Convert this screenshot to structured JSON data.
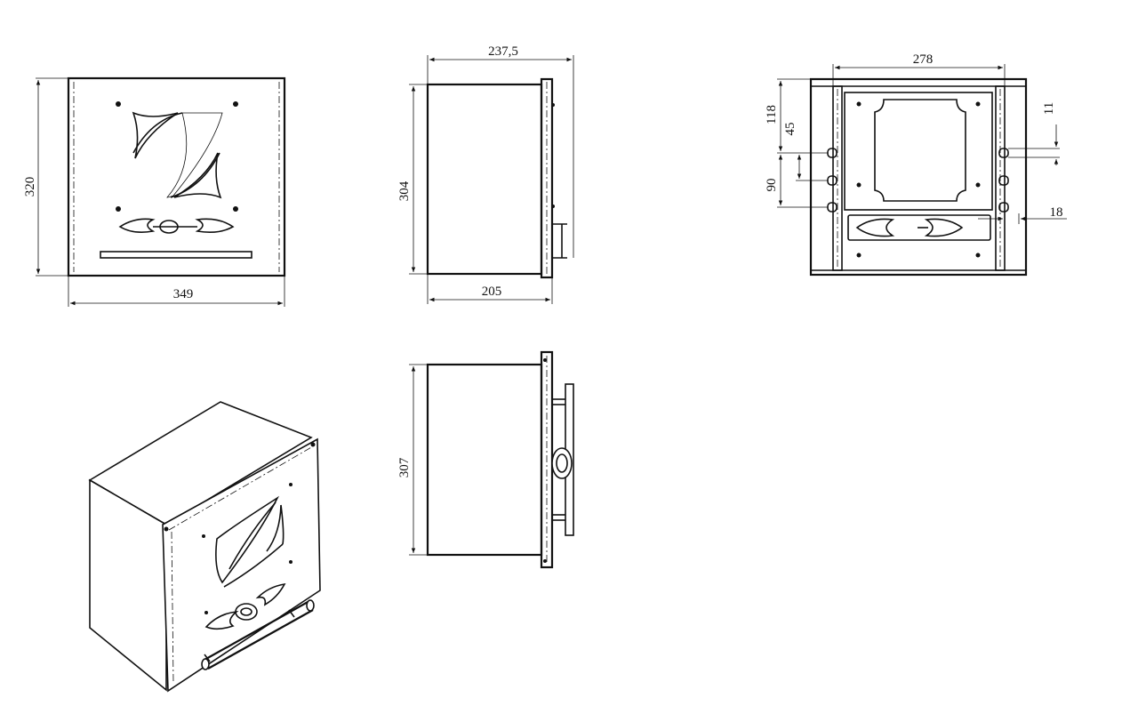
{
  "drawing": {
    "views": {
      "front": {
        "width": "349",
        "height": "320"
      },
      "side": {
        "top_width": "237,5",
        "height": "304",
        "depth": "205"
      },
      "rear": {
        "width": "278",
        "h1": "118",
        "h2": "45",
        "h3": "90",
        "right_top": "11",
        "right_side": "18"
      },
      "top": {
        "height": "307"
      }
    }
  }
}
